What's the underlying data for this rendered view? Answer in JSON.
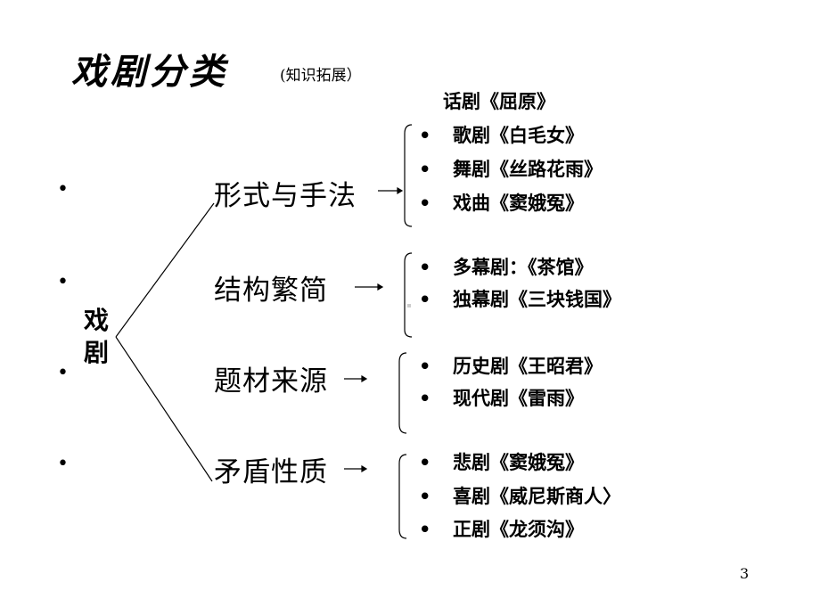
{
  "title": "戏剧分类",
  "subtitle": "(知识拓展）",
  "left_bullets": [
    "•",
    "•",
    "•",
    "•"
  ],
  "root_label": "戏剧",
  "categories": [
    {
      "label": "形式与手法",
      "items": [
        {
          "bullet": "",
          "text": "话剧《屈原》"
        },
        {
          "bullet": "•",
          "text": "歌剧《白毛女》"
        },
        {
          "bullet": "•",
          "text": "舞剧《丝路花雨》"
        },
        {
          "bullet": "•",
          "text": "戏曲《窦娥冤》"
        }
      ]
    },
    {
      "label": "结构繁简",
      "items": [
        {
          "bullet": "•",
          "text": "多幕剧：《茶馆》"
        },
        {
          "bullet": "•",
          "text": "独幕剧《三块钱国》"
        }
      ]
    },
    {
      "label": "题材来源",
      "items": [
        {
          "bullet": "•",
          "text": "历史剧《王昭君》"
        },
        {
          "bullet": "•",
          "text": "现代剧《雷雨》"
        }
      ]
    },
    {
      "label": "矛盾性质",
      "items": [
        {
          "bullet": "•",
          "text": "悲剧《窦娥冤》"
        },
        {
          "bullet": "•",
          "text": "喜剧《威尼斯商人〉"
        },
        {
          "bullet": "•",
          "text": "正剧《龙须沟》"
        }
      ]
    }
  ],
  "page_number": "3"
}
